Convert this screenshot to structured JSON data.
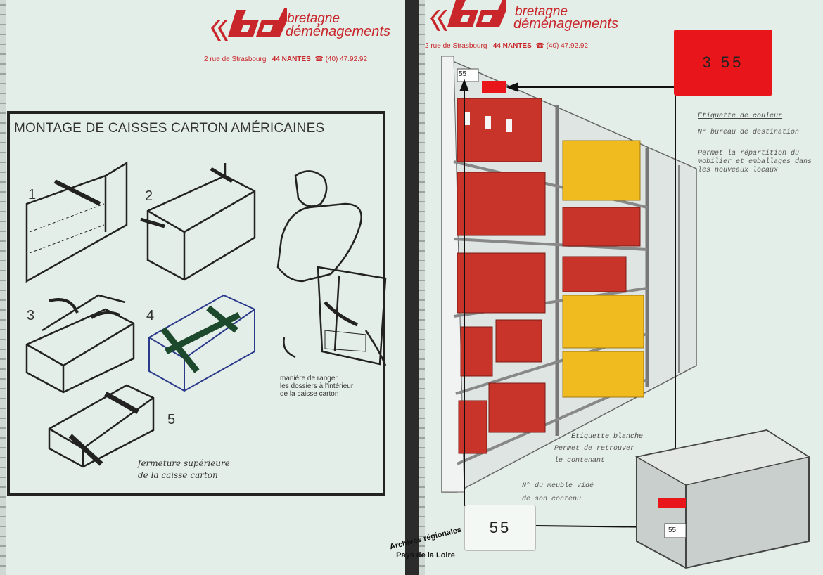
{
  "company": {
    "brand_line1": "bretagne",
    "brand_line2": "déménagements",
    "address_street": "2 rue de Strasbourg",
    "address_city": "44 NANTES",
    "phone": "(40) 47.92.92",
    "brand_color": "#c8262b"
  },
  "left_page": {
    "title": "MONTAGE DE CAISSES CARTON AMÉRICAINES",
    "steps": [
      "1",
      "2",
      "3",
      "4",
      "5"
    ],
    "caption_person": [
      "manière de ranger",
      "les dossiers à l'intérieur",
      "de la caisse carton"
    ],
    "caption_closing": [
      "fermeture supérieure",
      "de la caisse carton"
    ]
  },
  "right_page": {
    "color_label_value": "3 55",
    "color_label_title": "Etiquette de couleur",
    "color_label_desc1": "N° bureau de destination",
    "color_label_desc2": [
      "Permet la répartition du",
      "mobilier et emballages dans",
      "les nouveaux locaux"
    ],
    "white_label_title": "Etiquette blanche",
    "white_label_desc": [
      "Permet de retrouver",
      "le contenant"
    ],
    "furniture_desc": [
      "N° du meuble vidé",
      "de son contenu"
    ],
    "white_label_value": "55",
    "shelf_tag": "55",
    "crate_tag_white": "55",
    "label_color": "#e8161b"
  },
  "watermark": {
    "line1": "Archives régionales",
    "line2": "Pays de la Loire"
  }
}
